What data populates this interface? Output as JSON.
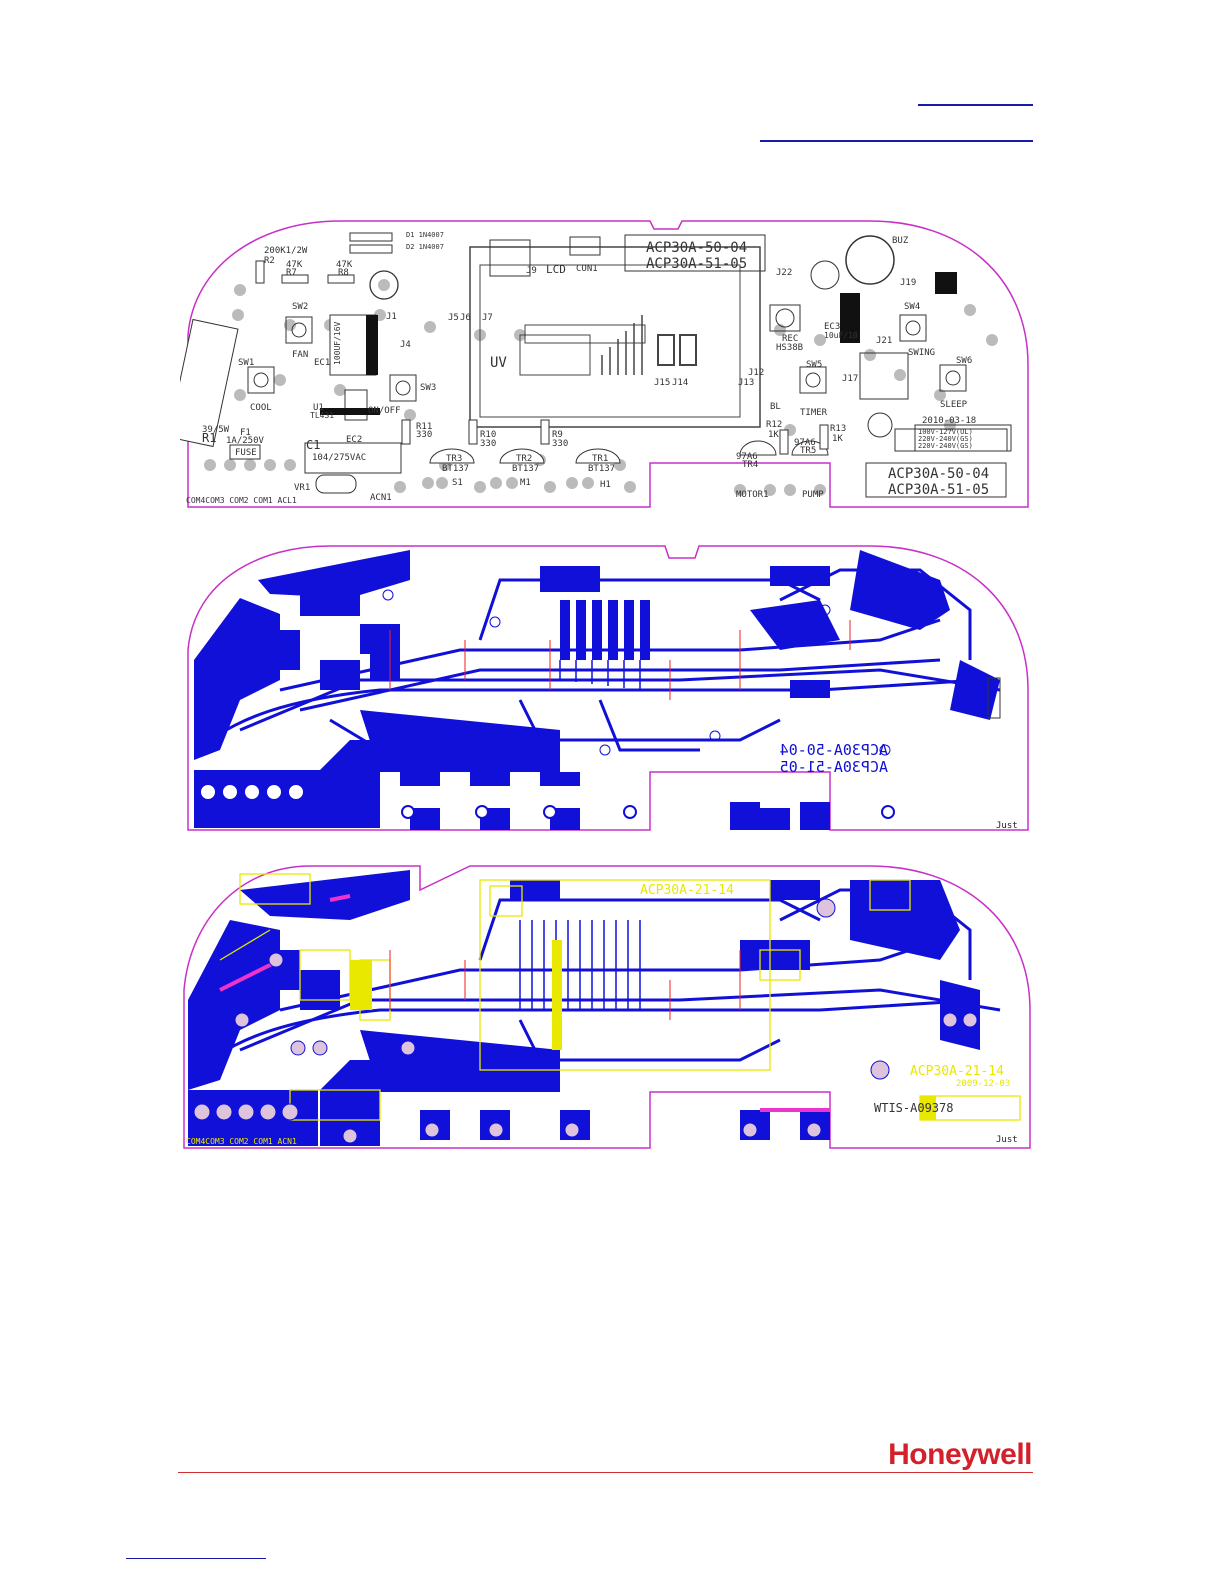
{
  "brand": {
    "logo": "Honeywell",
    "color": "#d4202a"
  },
  "colors": {
    "outline": "#c830c8",
    "copper": "#1010d8",
    "silkscreen": "#e8e800",
    "rule": "#1a1aa8"
  },
  "silkscreen_board": {
    "model_codes": [
      "ACP30A-50-04",
      "ACP30A-51-05"
    ],
    "connectors": "COM4COM3 COM2 COM1 ACL1",
    "date": "2010-03-18",
    "voltage_table": [
      "100V-127V(UL)",
      "220V-240V(GS)",
      "220V-240V(GS)"
    ],
    "labels": {
      "r2": "R2",
      "r2_val": "200K1/2W",
      "r7": "R7",
      "r7_val": "47K",
      "r8": "R8",
      "r8_val": "47K",
      "d1": "D1 1N4007",
      "d2": "D2 1N4007",
      "sw1": "SW1",
      "sw2": "SW2",
      "sw3": "SW3",
      "sw4": "SW4",
      "sw5": "SW5",
      "sw6": "SW6",
      "cool": "COOL",
      "fan": "FAN",
      "swing": "SWING",
      "timer": "TIMER",
      "sleep": "SLEEP",
      "onoff": "ON/OFF",
      "ec1": "EC1",
      "ec1_val": "100UF/16V",
      "ec2": "EC2",
      "ec3": "EC3",
      "ec3_val": "10uF/10",
      "r1": "R1",
      "r1_val": "39/5W",
      "f1": "F1",
      "f1_val": "1A/250V",
      "fuse": "FUSE",
      "c1": "C1",
      "c1_val": "104/275VAC",
      "vr1": "VR1",
      "acn1": "ACN1",
      "r9": "R9",
      "r10": "R10",
      "r11": "R11",
      "r_val": "330",
      "tr1": "TR1",
      "tr2": "TR2",
      "tr3": "TR3",
      "bt137": "BT137",
      "s1": "S1",
      "m1": "M1",
      "h1": "H1",
      "lcd": "LCD",
      "con1": "CON1",
      "uv": "UV",
      "bl": "BL",
      "u1": "U1",
      "u1_val": "TL431",
      "j1": "J1",
      "j4": "J4",
      "j5": "J5",
      "j6": "J6",
      "j7": "J7",
      "j9": "J9",
      "j12": "J12",
      "j13": "J13",
      "j14": "J14",
      "j15": "J15",
      "j17": "J17",
      "j19": "J19",
      "j21": "J21",
      "j22": "J22",
      "buz": "BUZ",
      "rec": "REC",
      "rec_val": "HS38B",
      "r12": "R12",
      "r13": "R13",
      "r_1k": "1K",
      "tr4": "TR4",
      "tr5": "TR5",
      "tr_val": "97A6",
      "motor": "MOTOR1",
      "pump": "PUMP"
    }
  },
  "copper_board": {
    "mirrored_codes": [
      "ACP30A-50-04",
      "ACP30A-51-05"
    ],
    "tag": "Just"
  },
  "combined_board": {
    "model": "ACP30A-21-14",
    "model_bottom": "ACP30A-21-14",
    "date": "2009-12-03",
    "code": "WTIS-A09378",
    "connectors": "COM4COM3 COM2 COM1 ACN1",
    "tag": "Just"
  }
}
